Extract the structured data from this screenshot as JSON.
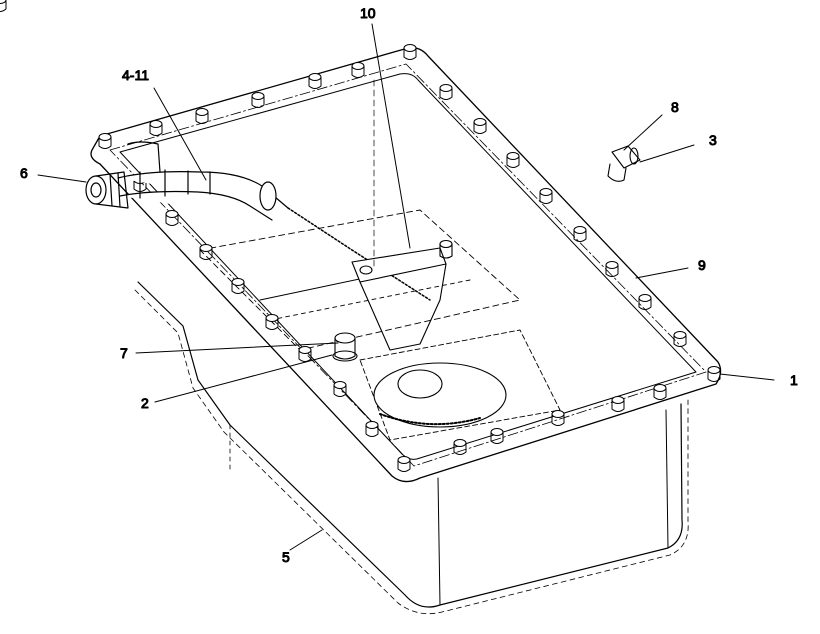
{
  "diagram": {
    "callouts": [
      {
        "id": "c1",
        "text": "1"
      },
      {
        "id": "c2",
        "text": "2"
      },
      {
        "id": "c3",
        "text": "3"
      },
      {
        "id": "c411",
        "text": "4-11"
      },
      {
        "id": "c5",
        "text": "5"
      },
      {
        "id": "c6",
        "text": "6"
      },
      {
        "id": "c7",
        "text": "7"
      },
      {
        "id": "c8",
        "text": "8"
      },
      {
        "id": "c9",
        "text": "9"
      },
      {
        "id": "c10",
        "text": "10"
      }
    ],
    "colors": {
      "line": "#000000",
      "background": "#ffffff",
      "shade": "#f2f2f2"
    }
  }
}
